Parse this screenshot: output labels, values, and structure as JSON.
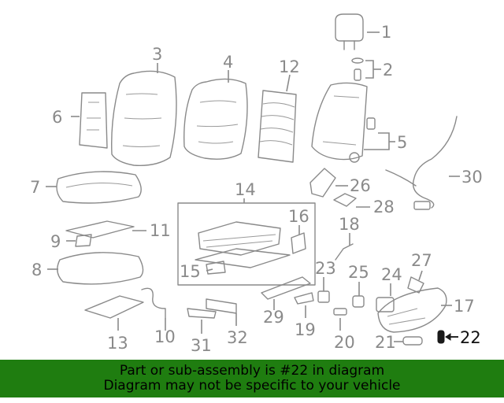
{
  "callouts": {
    "c1": "1",
    "c2": "2",
    "c3": "3",
    "c4": "4",
    "c5": "5",
    "c6": "6",
    "c7": "7",
    "c8": "8",
    "c9": "9",
    "c10": "10",
    "c11": "11",
    "c12": "12",
    "c13": "13",
    "c14": "14",
    "c15": "15",
    "c16": "16",
    "c17": "17",
    "c18": "18",
    "c19": "19",
    "c20": "20",
    "c21": "21",
    "c22": "22",
    "c23": "23",
    "c24": "24",
    "c25": "25",
    "c26": "26",
    "c27": "27",
    "c28": "28",
    "c29": "29",
    "c30": "30",
    "c31": "31",
    "c32": "32"
  },
  "highlighted_part": "22",
  "colors": {
    "banner_bg": "#1f7d10",
    "line_art": "#8a8a8a",
    "highlight": "#111111"
  },
  "banner": {
    "line1": "Part or sub-assembly is #22 in diagram",
    "line2": "Diagram may not be specific to your vehicle"
  }
}
